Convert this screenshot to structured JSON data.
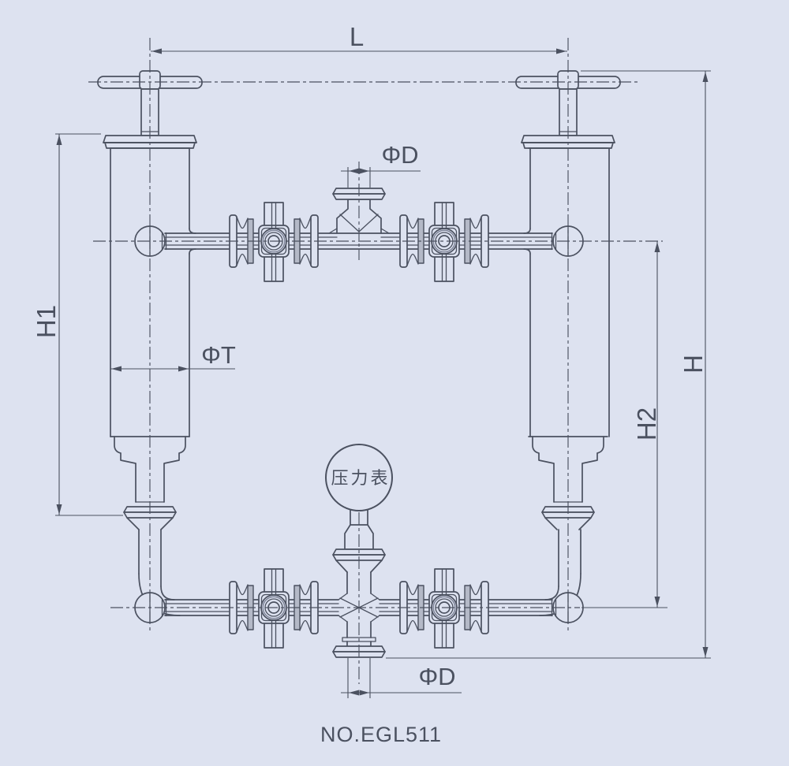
{
  "drawing": {
    "labels": {
      "length": "L",
      "height_left": "H1",
      "height_right_pipe": "H2",
      "height_total": "H",
      "tube_diameter": "ΦT",
      "port_diameter_top": "ΦD",
      "port_diameter_bottom": "ΦD",
      "gauge": "压力表",
      "model": "NO.EGL511"
    },
    "colors": {
      "background": "#dde2f0",
      "line": "#4b5160",
      "gasket_fill": "#b4b9c7"
    }
  }
}
